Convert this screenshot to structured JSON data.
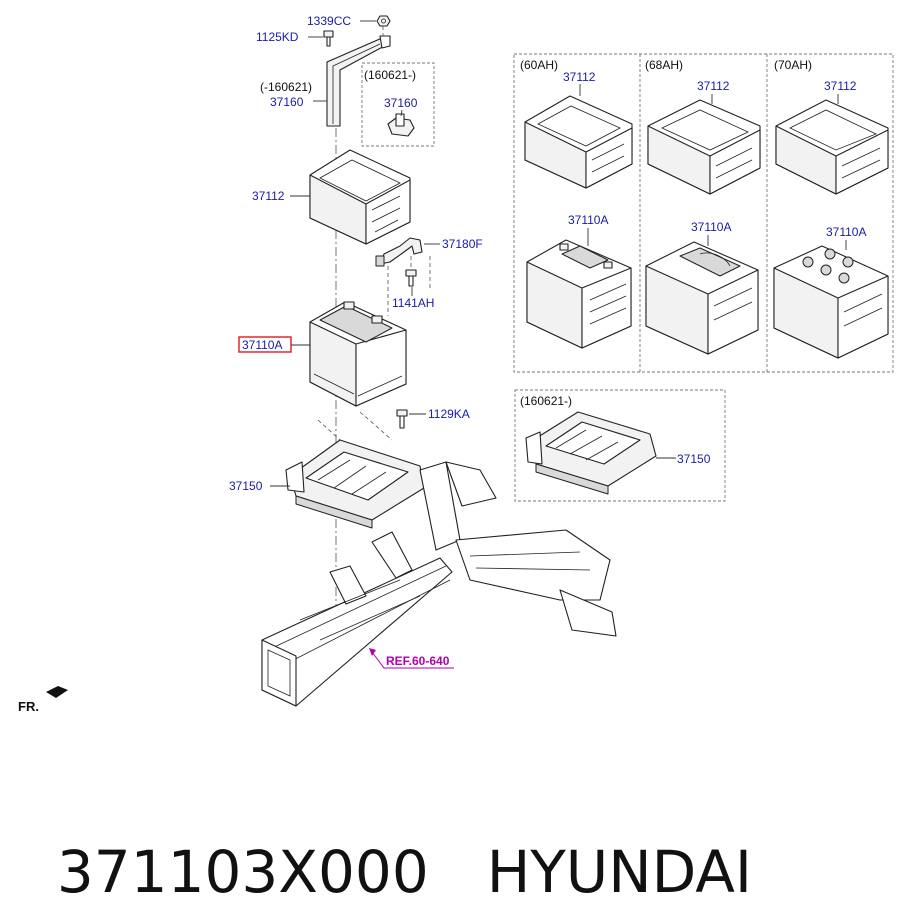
{
  "labels": {
    "l1339cc": "1339CC",
    "l1125kd": "1125KD",
    "l160621_before": "(-160621)",
    "l37160_left": "37160",
    "l160621_after_top": "(160621-)",
    "l37160_box": "37160",
    "l37112_main": "37112",
    "l37180f": "37180F",
    "l1141ah": "1141AH",
    "l37110a_main": "37110A",
    "l1129ka": "1129KA",
    "l37150_main": "37150",
    "ref": "REF.60-640",
    "fr": "FR."
  },
  "variants": {
    "v60": {
      "cond": "(60AH)",
      "tray": "37112",
      "battery": "37110A"
    },
    "v68": {
      "cond": "(68AH)",
      "tray": "37112",
      "battery": "37110A"
    },
    "v70": {
      "cond": "(70AH)",
      "tray": "37112",
      "battery": "37110A"
    }
  },
  "lower_box": {
    "cond": "(160621-)",
    "part": "37150"
  },
  "caption": {
    "part_number": "371103X000",
    "brand": "HYUNDAI"
  },
  "colors": {
    "label": "#1a1aa6",
    "highlight": "#e0191f",
    "ref": "#b000b0"
  }
}
